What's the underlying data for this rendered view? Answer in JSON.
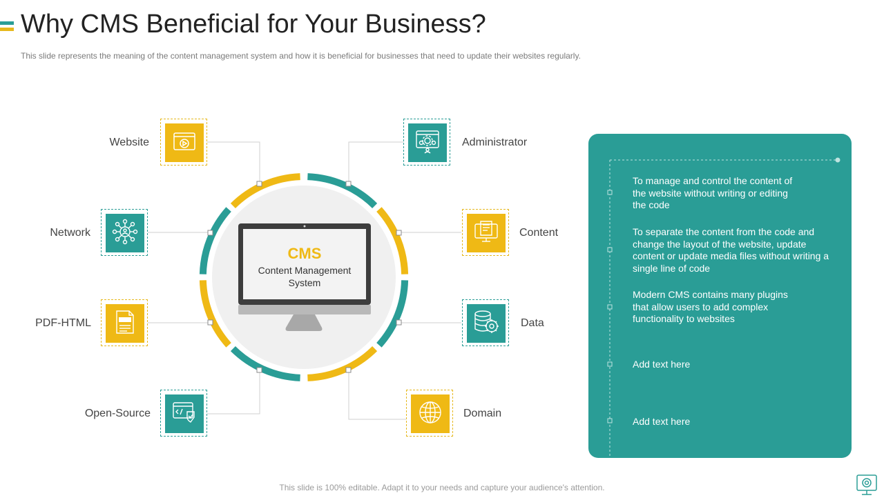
{
  "header": {
    "title": "Why CMS Beneficial for Your Business?",
    "subtitle": "This slide represents the meaning of the content management system and how it is beneficial for businesses that need to update their websites regularly."
  },
  "center": {
    "title": "CMS",
    "subtitle": "Content Management System"
  },
  "nodes": [
    {
      "label": "Website",
      "icon": "video-player-icon",
      "color": "gold"
    },
    {
      "label": "Network",
      "icon": "network-icon",
      "color": "teal"
    },
    {
      "label": "PDF-HTML",
      "icon": "html-file-icon",
      "color": "gold"
    },
    {
      "label": "Open-Source",
      "icon": "code-shield-icon",
      "color": "teal"
    },
    {
      "label": "Administrator",
      "icon": "admin-gear-icon",
      "color": "teal"
    },
    {
      "label": "Content",
      "icon": "content-document-icon",
      "color": "gold"
    },
    {
      "label": "Data",
      "icon": "database-gear-icon",
      "color": "teal"
    },
    {
      "label": "Domain",
      "icon": "globe-icon",
      "color": "gold"
    }
  ],
  "panel": {
    "items": [
      "To manage and control the content of the website without writing or editing the code",
      "To separate the content from the code and change the layout of the website, update content or update media files without writing a single line of code",
      "Modern CMS contains many plugins that allow users to add complex functionality to websites",
      "Add text here",
      "Add text here"
    ]
  },
  "footer": {
    "text": "This slide is 100% editable. Adapt it to your needs and capture your audience's attention."
  },
  "colors": {
    "teal": "#2a9d96",
    "gold": "#efb915"
  }
}
